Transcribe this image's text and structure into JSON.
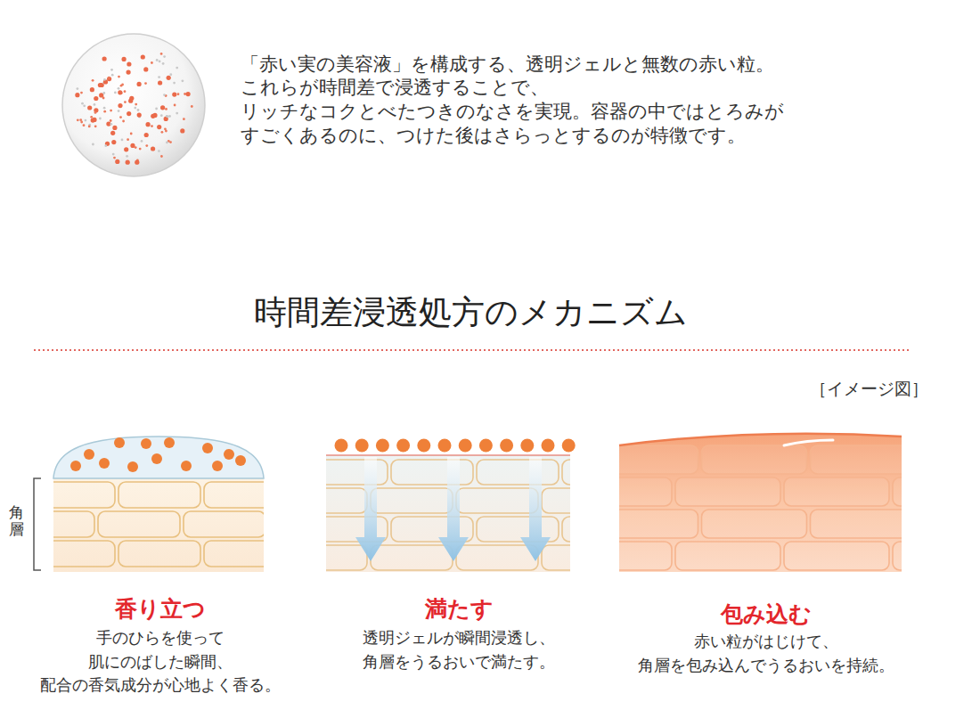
{
  "diagram": {
    "title": "時間差浸透処方のメカニズム",
    "labels": [
      "「赤い実の美容液」を構成する、透明ジェルと無数の赤い粒。",
      "これらが時間差で浸透することで、",
      "リッチなコクとべたつきのなさを実現。容器の中ではとろみが",
      "すごくあるのに、つけた後はさらっとするのが特徴です。",
      "［イメージ図］",
      "角層",
      "香り立つ",
      "手のひらを使って",
      "肌にのばした瞬間、",
      "配合の香気成分が心地よく香る。",
      "満たす",
      "透明ジェルが瞬間浸透し、",
      "角層をうるおいで満たす。",
      "包み込む",
      "赤い粒がはじけて、",
      "角層を包み込んでうるおいを持続。"
    ]
  }
}
